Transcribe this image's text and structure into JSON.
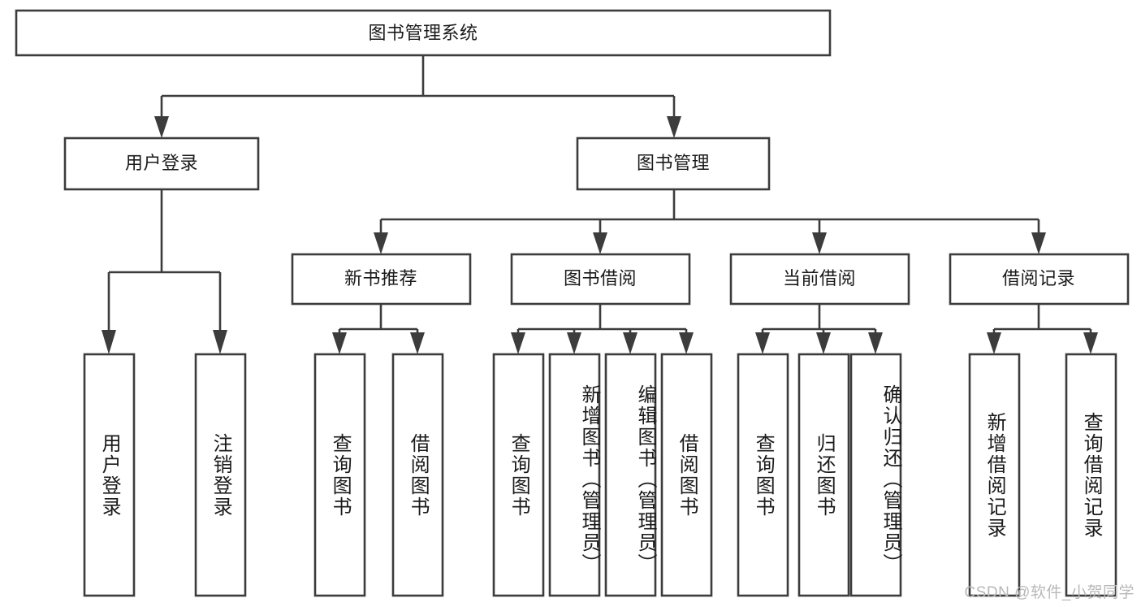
{
  "diagram": {
    "type": "hierarchy-tree",
    "title": "图书管理系统",
    "orientation": "top-down",
    "watermark": "CSDN @软件_小贺同学",
    "colors": {
      "box_stroke": "#3c3c3c",
      "box_fill": "#ffffff",
      "text": "#1a1a1a",
      "connector": "#3c3c3c",
      "watermark": "#b8b8b8",
      "background": "#ffffff"
    },
    "levels": {
      "root": "图书管理系统",
      "level2": [
        "用户登录",
        "图书管理"
      ],
      "level3": [
        "新书推荐",
        "图书借阅",
        "当前借阅",
        "借阅记录"
      ]
    },
    "nodes": {
      "root": {
        "label": "图书管理系统"
      },
      "user_login": {
        "label": "用户登录"
      },
      "book_manage": {
        "label": "图书管理"
      },
      "new_book_rec": {
        "label": "新书推荐"
      },
      "book_borrow": {
        "label": "图书借阅"
      },
      "current_borrow": {
        "label": "当前借阅"
      },
      "borrow_record": {
        "label": "借阅记录"
      }
    },
    "leaves": {
      "user_login": [
        {
          "label": "用户登录"
        },
        {
          "label": "注销登录"
        }
      ],
      "new_book_rec": [
        {
          "label": "查询图书"
        },
        {
          "label": "借阅图书"
        }
      ],
      "book_borrow": [
        {
          "label": "查询图书"
        },
        {
          "label": "新增图书（管理员）"
        },
        {
          "label": "编辑图书（管理员）"
        },
        {
          "label": "借阅图书"
        }
      ],
      "current_borrow": [
        {
          "label": "查询图书"
        },
        {
          "label": "归还图书"
        },
        {
          "label": "确认归还（管理员）"
        }
      ],
      "borrow_record": [
        {
          "label": "新增借阅记录"
        },
        {
          "label": "查询借阅记录"
        }
      ]
    }
  }
}
